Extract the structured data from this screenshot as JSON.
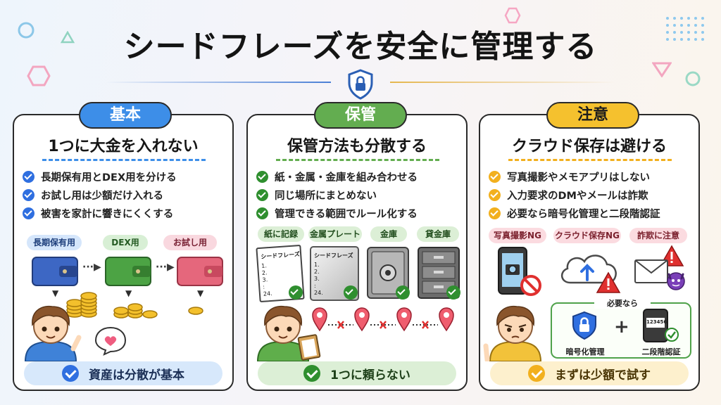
{
  "title": "シードフレーズを安全に管理する",
  "colors": {
    "blue": "#2f6fe0",
    "green": "#2f8f2f",
    "yellow": "#f2b01e",
    "red": "#e0302f"
  },
  "cards": [
    {
      "tag": "基本",
      "heading": "1つに大金を入れない",
      "checks": [
        "長期保有用とDEX用を分ける",
        "お試し用は少額だけ入れる",
        "被害を家計に響きにくくする"
      ],
      "pills": [
        "長期保有用",
        "DEX用",
        "お試し用"
      ],
      "bottom": "資産は分散が基本"
    },
    {
      "tag": "保管",
      "heading": "保管方法も分散する",
      "checks": [
        "紙・金属・金庫を組み合わせる",
        "同じ場所にまとめない",
        "管理できる範囲でルール化する"
      ],
      "pills": [
        "紙に記録",
        "金属プレート",
        "金庫",
        "貸金庫"
      ],
      "paper_label": "シードフレーズ",
      "paper_lines": [
        "1.",
        "2.",
        "3.",
        ":",
        "24."
      ],
      "bottom": "1つに頼らない"
    },
    {
      "tag": "注意",
      "heading": "クラウド保存は避ける",
      "checks": [
        "写真撮影やメモアプリはしない",
        "入力要求のDMやメールは詐欺",
        "必要なら暗号化管理と二段階認証"
      ],
      "pills": [
        "写真撮影NG",
        "クラウド保存NG",
        "詐欺に注意"
      ],
      "box_label": "必要なら",
      "encrypt_label": "暗号化管理",
      "twofa_label": "二段階認証",
      "twofa_code": "123456",
      "bottom": "まずは少額で試す"
    }
  ]
}
